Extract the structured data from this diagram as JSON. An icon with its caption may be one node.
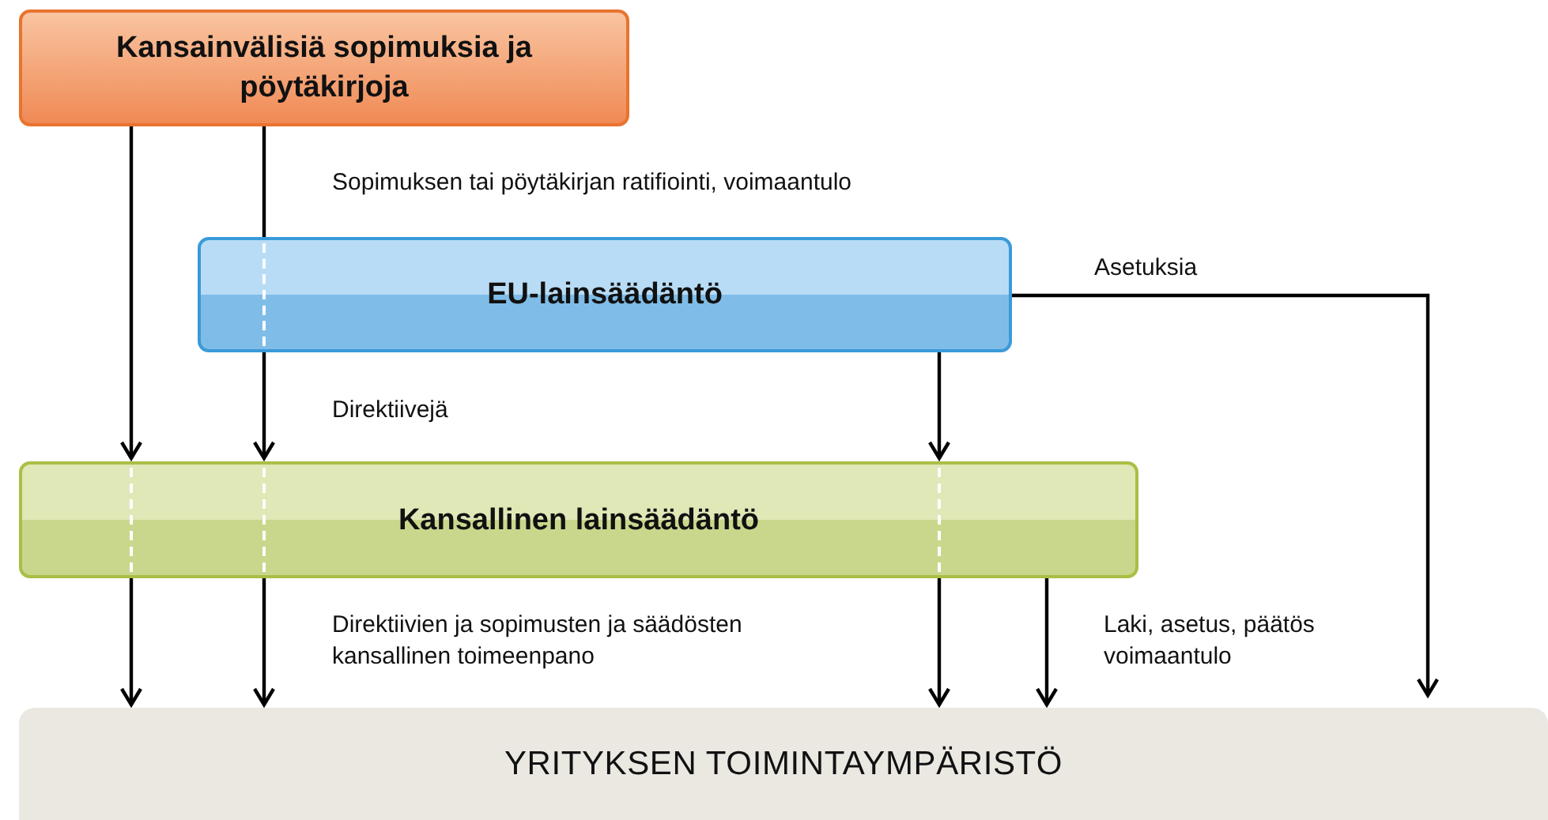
{
  "diagram": {
    "nodes": [
      {
        "text": [
          "Kansainvälisiä sopimuksia ja pöytäkirjoja"
        ]
      },
      {
        "text": [
          "EU-lainsäädäntö"
        ]
      },
      {
        "text": [
          "Kansallinen lainsäädäntö"
        ]
      },
      {
        "text": [
          "YRITYKSEN TOIMINTAYMPÄRISTÖ"
        ]
      }
    ],
    "edges": [
      {
        "from": 0,
        "to": 2,
        "arrow": "to"
      },
      {
        "from": 0,
        "to": 1,
        "arrow": "none"
      },
      {
        "from": 1,
        "to": 2,
        "arrow": "to"
      },
      {
        "from": 1,
        "to": 2,
        "arrow": "to"
      },
      {
        "from": 1,
        "to": 3,
        "arrow": "to"
      },
      {
        "from": 2,
        "to": 3,
        "arrow": "to"
      },
      {
        "from": 2,
        "to": 3,
        "arrow": "to"
      },
      {
        "from": 2,
        "to": 3,
        "arrow": "to"
      },
      {
        "from": 2,
        "to": 3,
        "arrow": "to"
      }
    ],
    "labels": [
      "Sopimuksen tai pöytäkirjan ratifiointi, voimaantulo",
      "Asetuksia",
      "Direktiivejä",
      "Direktiivien ja sopimusten ja säädösten kansallinen toimeenpano",
      "Laki, asetus, päätös voimaantulo"
    ]
  }
}
